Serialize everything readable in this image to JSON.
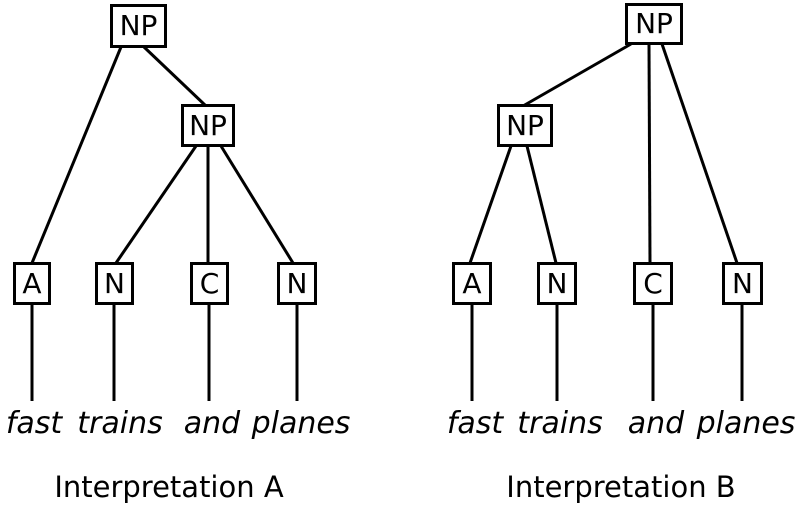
{
  "colors": {
    "ink": "#000000",
    "background": "#ffffff"
  },
  "trees": [
    {
      "caption": "Interpretation A",
      "root_label": "NP",
      "inner_label": "NP",
      "leaf_labels": [
        "A",
        "N",
        "C",
        "N"
      ],
      "words": [
        "fast",
        "trains",
        "and",
        "planes"
      ],
      "edges": [
        "NP(root)-A",
        "NP(root)-NP(inner)",
        "NP(inner)-N",
        "NP(inner)-C",
        "NP(inner)-N"
      ]
    },
    {
      "caption": "Interpretation B",
      "root_label": "NP",
      "inner_label": "NP",
      "leaf_labels": [
        "A",
        "N",
        "C",
        "N"
      ],
      "words": [
        "fast",
        "trains",
        "and",
        "planes"
      ],
      "edges": [
        "NP(root)-NP(inner)",
        "NP(root)-C",
        "NP(root)-N",
        "NP(inner)-A",
        "NP(inner)-N"
      ]
    }
  ]
}
